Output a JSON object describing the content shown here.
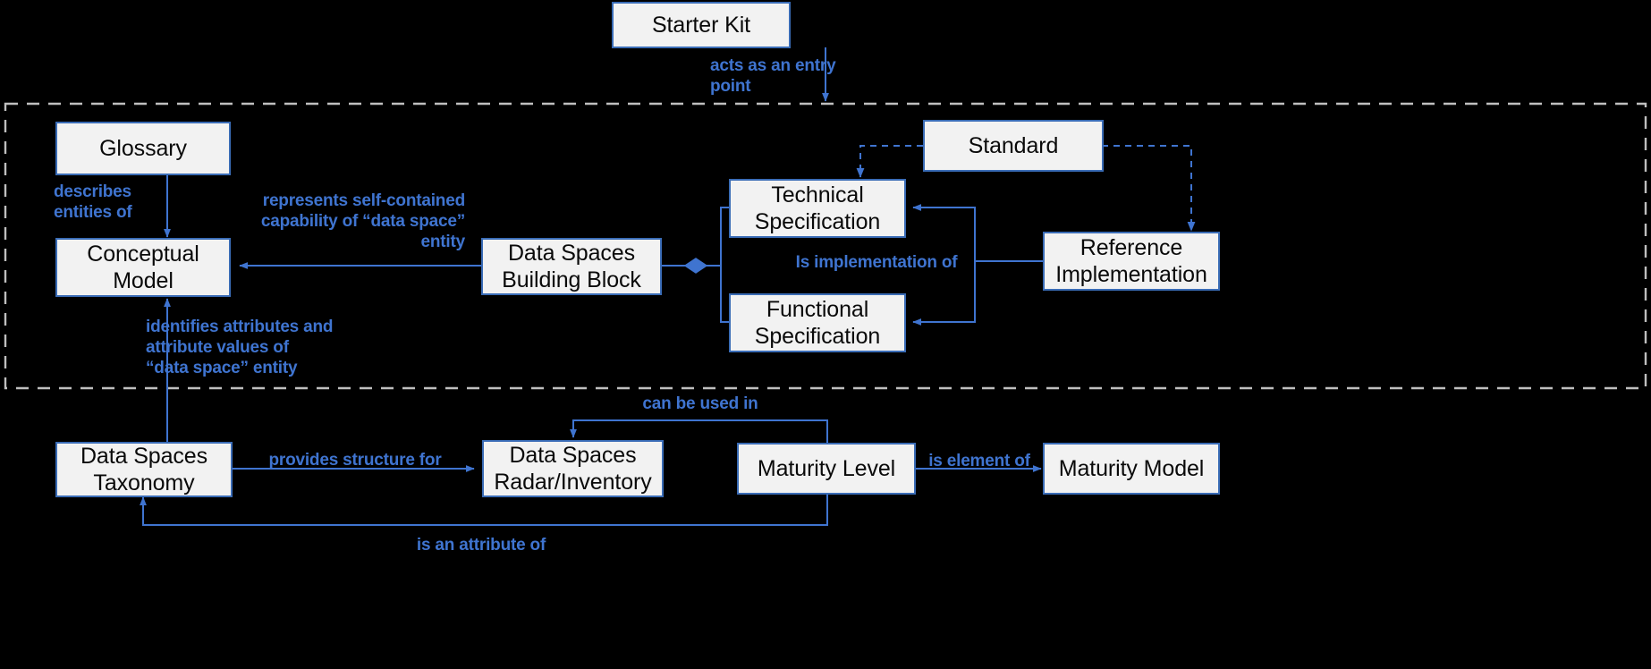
{
  "diagram": {
    "title": "Data Spaces Blueprint Concept Relationships",
    "colors": {
      "background": "#000000",
      "node_fill": "#f2f2f2",
      "node_border": "#3a6cb6",
      "node_text": "#0a0a0a",
      "edge_line": "#3f74d0",
      "edge_label_text": "#3f74d0",
      "group_border": "#bfbfbf"
    },
    "groups": [
      {
        "name": "blueprint-scope-group",
        "style": "dashed-rectangle",
        "label": ""
      }
    ],
    "nodes": [
      {
        "id": "starter-kit",
        "label": "Starter Kit"
      },
      {
        "id": "glossary",
        "label": "Glossary"
      },
      {
        "id": "conceptual-model",
        "label": "Conceptual\nModel"
      },
      {
        "id": "data-spaces-building-block",
        "label": "Data Spaces\nBuilding Block"
      },
      {
        "id": "technical-specification",
        "label": "Technical\nSpecification"
      },
      {
        "id": "functional-specification",
        "label": "Functional\nSpecification"
      },
      {
        "id": "standard",
        "label": "Standard"
      },
      {
        "id": "reference-implementation",
        "label": "Reference\nImplementation"
      },
      {
        "id": "data-spaces-taxonomy",
        "label": "Data Spaces\nTaxonomy"
      },
      {
        "id": "data-spaces-radar-inventory",
        "label": "Data Spaces\nRadar/Inventory"
      },
      {
        "id": "maturity-level",
        "label": "Maturity Level"
      },
      {
        "id": "maturity-model",
        "label": "Maturity Model"
      }
    ],
    "edges": [
      {
        "id": "e-starter-entry",
        "from": "starter-kit",
        "to": "blueprint-scope-group",
        "label": "acts as an entry\npoint",
        "style": "solid"
      },
      {
        "id": "e-glossary",
        "from": "glossary",
        "to": "conceptual-model",
        "label": "describes\nentities of",
        "style": "solid"
      },
      {
        "id": "e-bb-capability",
        "from": "data-spaces-building-block",
        "to": "conceptual-model",
        "label": "represents self-contained\ncapability of “data space”\nentity",
        "style": "solid"
      },
      {
        "id": "e-taxonomy-attrs",
        "from": "data-spaces-taxonomy",
        "to": "conceptual-model",
        "label": "identifies attributes and\nattribute values of\n“data space” entity",
        "style": "solid"
      },
      {
        "id": "e-bb-specs",
        "from": "data-spaces-building-block",
        "to": "technical-specification / functional-specification",
        "label": "",
        "style": "solid-diamond"
      },
      {
        "id": "e-std-techspec",
        "from": "standard",
        "to": "technical-specification",
        "label": "",
        "style": "dashed"
      },
      {
        "id": "e-std-refimpl",
        "from": "standard",
        "to": "reference-implementation",
        "label": "",
        "style": "dashed"
      },
      {
        "id": "e-refimpl-specs",
        "from": "reference-implementation",
        "to": "technical-specification / functional-specification",
        "label": "Is implementation of",
        "style": "solid"
      },
      {
        "id": "e-taxonomy-radar",
        "from": "data-spaces-taxonomy",
        "to": "data-spaces-radar-inventory",
        "label": "provides structure for",
        "style": "solid"
      },
      {
        "id": "e-maturity-radar",
        "from": "maturity-level",
        "to": "data-spaces-radar-inventory",
        "label": "can be used in",
        "style": "solid"
      },
      {
        "id": "e-maturity-model",
        "from": "maturity-level",
        "to": "maturity-model",
        "label": "is element of",
        "style": "solid"
      },
      {
        "id": "e-maturity-attr",
        "from": "maturity-level",
        "to": "data-spaces-taxonomy",
        "label": "is an attribute of",
        "style": "solid"
      }
    ],
    "edge_labels": {
      "acts_as_entry_point": "acts as an entry\npoint",
      "describes_entities_of": "describes\nentities of",
      "represents_capability": "represents self-contained\ncapability of “data space”\nentity",
      "identifies_attributes": "identifies attributes and\nattribute values of\n“data space” entity",
      "is_implementation_of": "Is implementation of",
      "provides_structure_for": "provides structure for",
      "can_be_used_in": "can be used in",
      "is_element_of": "is element of",
      "is_an_attribute_of": "is an attribute of"
    }
  }
}
